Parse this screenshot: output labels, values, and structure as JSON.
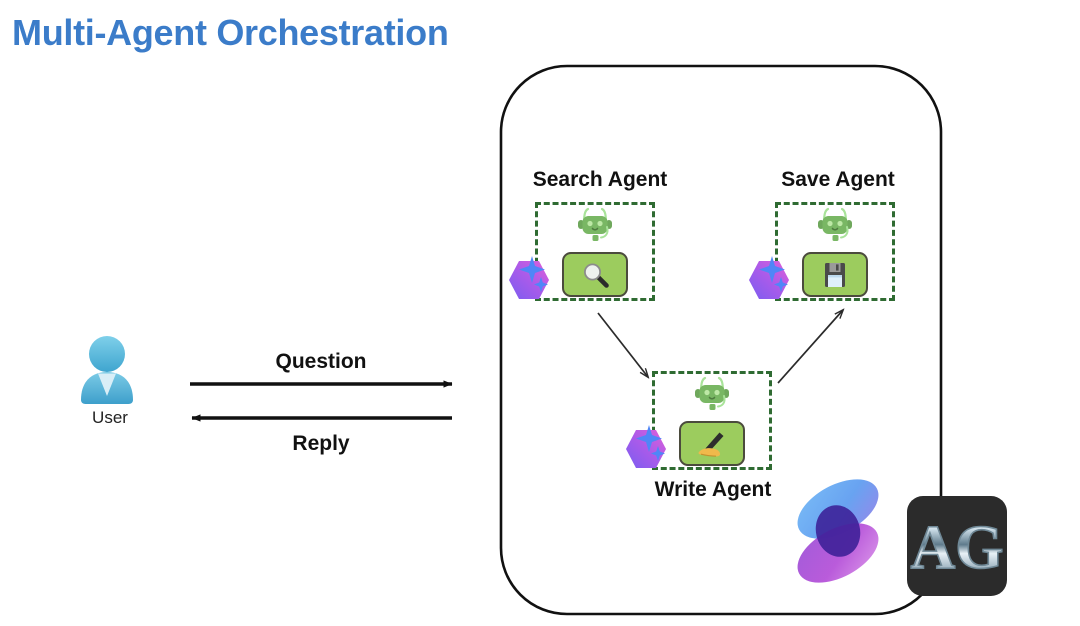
{
  "page": {
    "title": "Multi-Agent Orchestration",
    "title_color": "#3b7cc9",
    "background": "#ffffff"
  },
  "actor": {
    "label": "User",
    "icon": "user-avatar-icon",
    "color": "#56b4dd"
  },
  "flows": [
    {
      "label": "Question",
      "direction": "right",
      "icon": "arrow-right-icon"
    },
    {
      "label": "Reply",
      "direction": "left",
      "icon": "arrow-left-icon"
    }
  ],
  "flow_labels": {
    "question": "Question",
    "reply": "Reply"
  },
  "orchestration": {
    "container_icon": "rounded-rectangle-boundary",
    "border_color": "#111111",
    "agents": [
      {
        "id": "search-agent",
        "title": "Search Agent",
        "tool_icon": "magnifying-glass-icon",
        "robot_icon": "robot-head-icon",
        "copilot_icon": "copilot-hexagon-icon",
        "box_border_color": "#2f6b32",
        "card_color": "#9ccc5e"
      },
      {
        "id": "save-agent",
        "title": "Save Agent",
        "tool_icon": "floppy-disk-icon",
        "robot_icon": "robot-head-icon",
        "copilot_icon": "copilot-hexagon-icon",
        "box_border_color": "#2f6b32",
        "card_color": "#9ccc5e"
      },
      {
        "id": "write-agent",
        "title": "Write Agent",
        "tool_icon": "writing-hand-icon",
        "robot_icon": "robot-head-icon",
        "copilot_icon": "copilot-hexagon-icon",
        "box_border_color": "#2f6b32",
        "card_color": "#9ccc5e"
      }
    ],
    "internal_arrows": [
      {
        "from": "search-agent",
        "to": "write-agent",
        "icon": "arrow-down-right-icon"
      },
      {
        "from": "write-agent",
        "to": "save-agent",
        "icon": "arrow-up-right-icon"
      }
    ]
  },
  "brand_logos": [
    {
      "id": "semantic-kernel-logo",
      "icon": "semantic-kernel-infinity-icon"
    },
    {
      "id": "autogen-logo",
      "icon": "autogen-ag-icon",
      "text": "AG"
    }
  ]
}
